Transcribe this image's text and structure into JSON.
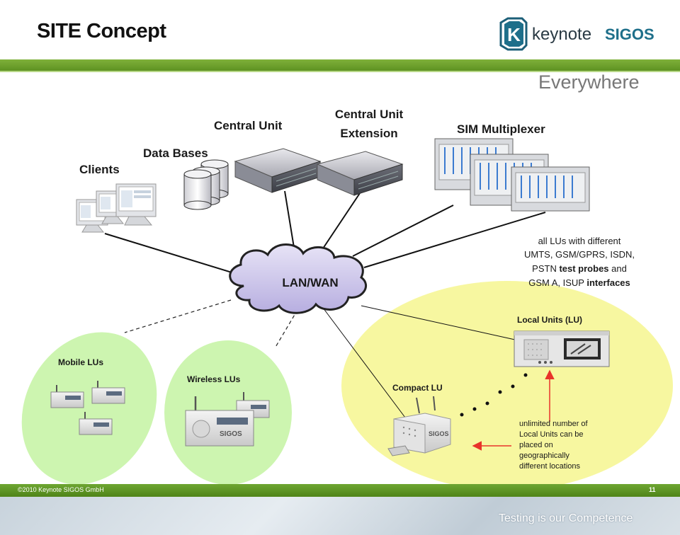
{
  "header": {
    "title": "SITE Concept",
    "subtitle": "Everywhere",
    "logo_text_1": "keynote",
    "logo_text_2": "SIGOS",
    "logo_mark": "K"
  },
  "nodes": {
    "clients": "Clients",
    "data_bases": "Data Bases",
    "central_unit": "Central Unit",
    "central_unit_extension_1": "Central Unit",
    "central_unit_extension_2": "Extension",
    "sim_multiplexer": "SIM Multiplexer",
    "lan_wan": "LAN/WAN",
    "mobile_lus": "Mobile LUs",
    "wireless_lus": "Wireless LUs",
    "compact_lu": "Compact LU",
    "local_units": "Local Units (LU)"
  },
  "notes": {
    "lu_info": {
      "line1": "all LUs with different",
      "line2": "UMTS, GSM/GPRS, ISDN,",
      "line3_a": "PSTN ",
      "line3_b": "test probes",
      "line3_c": " and",
      "line4_a": "GSM A, ISUP ",
      "line4_b": "interfaces"
    },
    "unlimited": {
      "line1": "unlimited number of",
      "line2": "Local Units can be",
      "line3": "placed on",
      "line4": "geographically",
      "line5": "different locations"
    }
  },
  "device_brand": "SIGOS",
  "footer": {
    "copyright": "©2010 Keynote SIGOS GmbH",
    "page": "11",
    "tagline": "Testing is our Competence"
  },
  "colors": {
    "green_bar": "#6ea632",
    "yellow_zone": "#f7f7a0",
    "green_zone": "#cdf5b0",
    "cloud": "#cfc8ea",
    "arrow_red": "#e8332a",
    "logo_teal": "#1e6f8a"
  }
}
